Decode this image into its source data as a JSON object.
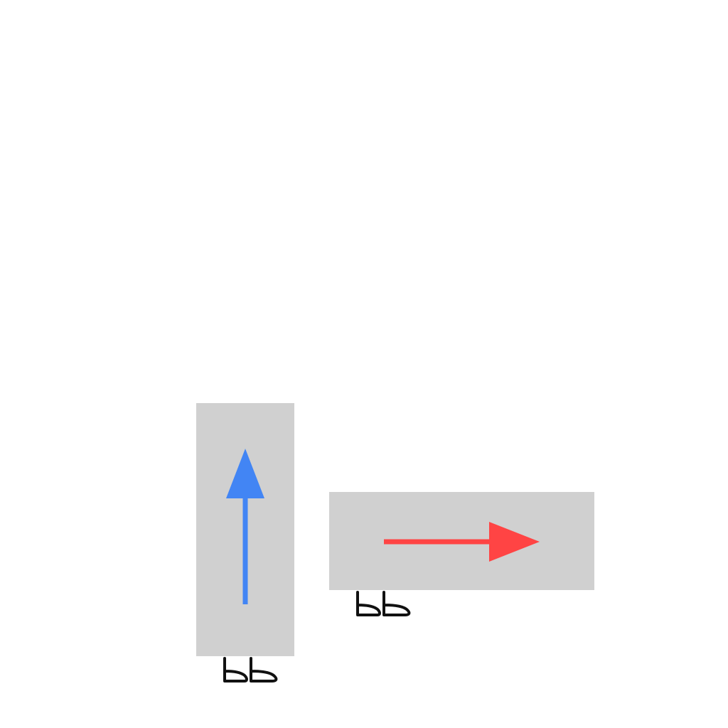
{
  "background_color": "#ffffff",
  "panel_color": "#d0d0d0",
  "ink_color": "#111111",
  "shapes": [
    {
      "name": "vertical-panel",
      "arrow_direction": "up",
      "arrow_color": "#4285f4",
      "handwritten_mark": "scribble-b-b"
    },
    {
      "name": "horizontal-panel",
      "arrow_direction": "right",
      "arrow_color": "#ff4444",
      "handwritten_mark": "scribble-b-b"
    }
  ]
}
